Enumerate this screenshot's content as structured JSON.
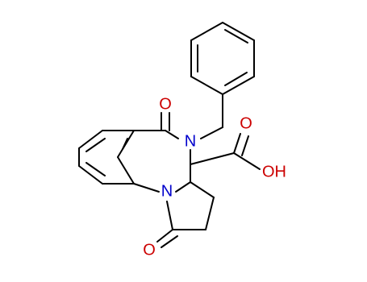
{
  "molecule": {
    "atoms": {
      "n4_label": "N",
      "n1_label": "N",
      "o5_label": "O",
      "o1_label": "O",
      "acid_o_label": "O",
      "acid_oh_label": "OH"
    },
    "colors": {
      "bond": "#000000",
      "oxygen": "#cc0000",
      "nitrogen": "#0000cc",
      "background": "#ffffff"
    }
  }
}
